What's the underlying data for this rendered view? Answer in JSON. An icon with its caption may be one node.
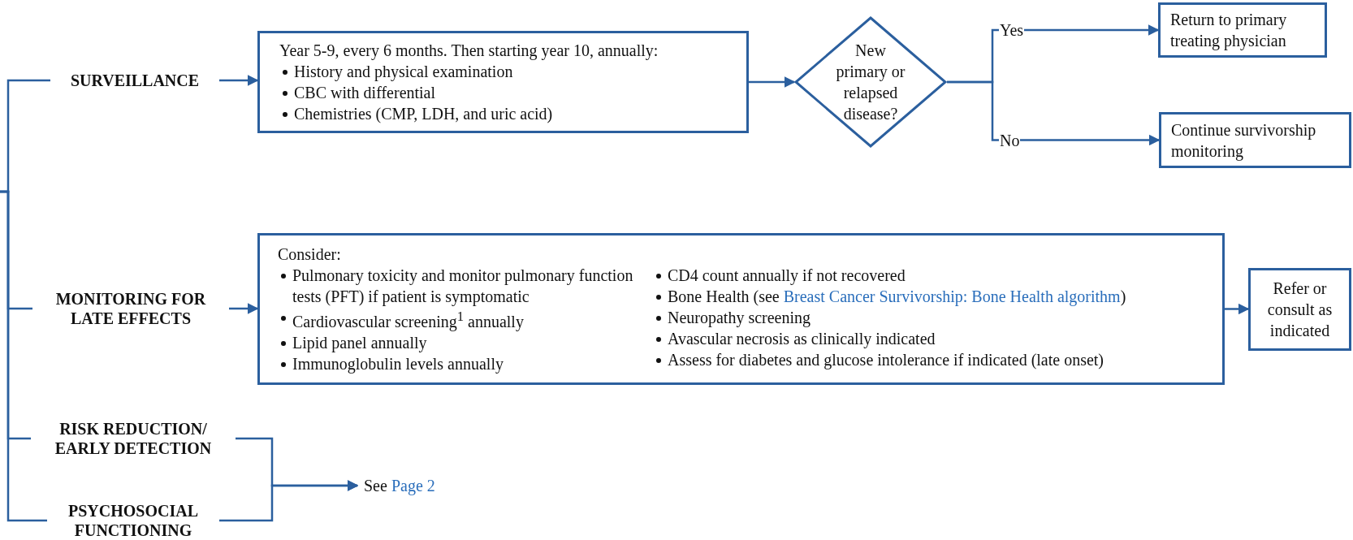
{
  "diagram": {
    "nodes": [
      {
        "text": [
          "SURVEILLANCE"
        ]
      },
      {
        "text": [
          "Year 5-9, every 6 months. Then starting year 10, annually:",
          "History and physical examination",
          "CBC with differential",
          "Chemistries (CMP, LDH, and uric acid)"
        ]
      },
      {
        "text": [
          "New primary or relapsed disease?"
        ]
      },
      {
        "text": [
          "Return to primary treating physician"
        ]
      },
      {
        "text": [
          "Continue survivorship monitoring"
        ]
      },
      {
        "text": [
          "MONITORING FOR LATE EFFECTS"
        ]
      },
      {
        "text": [
          "Consider:",
          "Pulmonary toxicity and monitor pulmonary function tests (PFT) if patient is symptomatic",
          "Cardiovascular screening$^{1}$ annually",
          "Lipid panel annually",
          "Immunoglobulin levels annually",
          "CD4 count annually if not recovered",
          "Bone Health (see",
          "Breast Cancer Survivorship: Bone Health algorithm",
          ")",
          "Neuropathy screening",
          "Avascular necrosis as clinically indicated",
          "Assess for diabetes and glucose intolerance if indicated (late onset)"
        ]
      },
      {
        "text": [
          "Refer or consult as indicated"
        ]
      },
      {
        "text": [
          "RISK REDUCTION/ EARLY DETECTION"
        ]
      },
      {
        "text": [
          "PSYCHOSOCIAL FUNCTIONING"
        ]
      },
      {
        "text": [
          "See",
          "Page 2"
        ]
      }
    ],
    "edges": [
      {
        "from": null,
        "to": 0,
        "arrow": "none"
      },
      {
        "from": null,
        "to": 5,
        "arrow": "none"
      },
      {
        "from": null,
        "to": 8,
        "arrow": "none"
      },
      {
        "from": null,
        "to": 9,
        "arrow": "none"
      },
      {
        "from": 0,
        "to": 1,
        "arrow": "to"
      },
      {
        "from": 1,
        "to": 2,
        "arrow": "to"
      },
      {
        "from": 2,
        "to": 3,
        "arrow": "to",
        "label": "Yes"
      },
      {
        "from": 2,
        "to": 4,
        "arrow": "to",
        "label": "No"
      },
      {
        "from": 5,
        "to": 6,
        "arrow": "to"
      },
      {
        "from": 6,
        "to": 7,
        "arrow": "to"
      },
      {
        "from": 8,
        "to": 10,
        "arrow": "to"
      },
      {
        "from": 9,
        "to": 10,
        "arrow": "to"
      }
    ]
  }
}
